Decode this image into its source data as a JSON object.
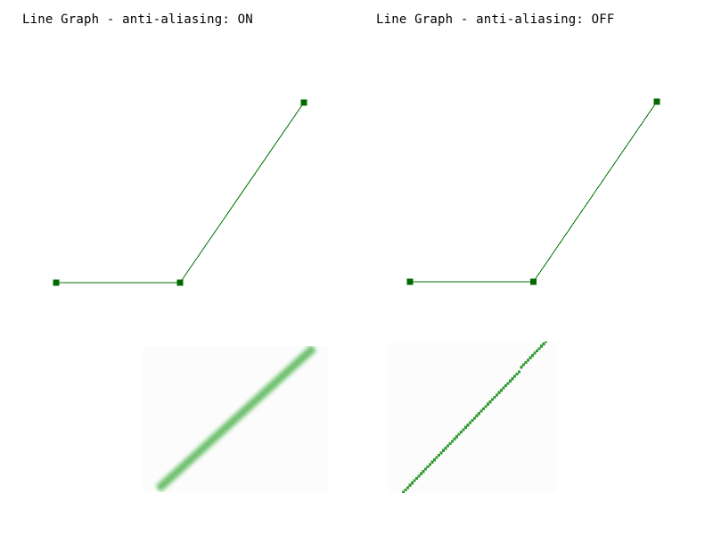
{
  "chart_data": [
    {
      "type": "line",
      "title": "Line Graph - anti-aliasing: ON",
      "x": [
        1,
        2,
        3
      ],
      "y": [
        0,
        0,
        2.2
      ],
      "xlim": [
        1,
        3
      ],
      "ylim": [
        0,
        2.2
      ],
      "grid": false,
      "anti_aliasing": true,
      "zoom_inset": true
    },
    {
      "type": "line",
      "title": "Line Graph - anti-aliasing: OFF",
      "x": [
        1,
        2,
        3
      ],
      "y": [
        0,
        0,
        2.2
      ],
      "xlim": [
        1,
        3
      ],
      "ylim": [
        0,
        2.2
      ],
      "grid": false,
      "anti_aliasing": false,
      "zoom_inset": true
    }
  ],
  "colors": {
    "line": "#007000",
    "marker": "#006a00",
    "zoom_soft": "#8ccf8c",
    "zoom_core": "#2f9a2f"
  }
}
